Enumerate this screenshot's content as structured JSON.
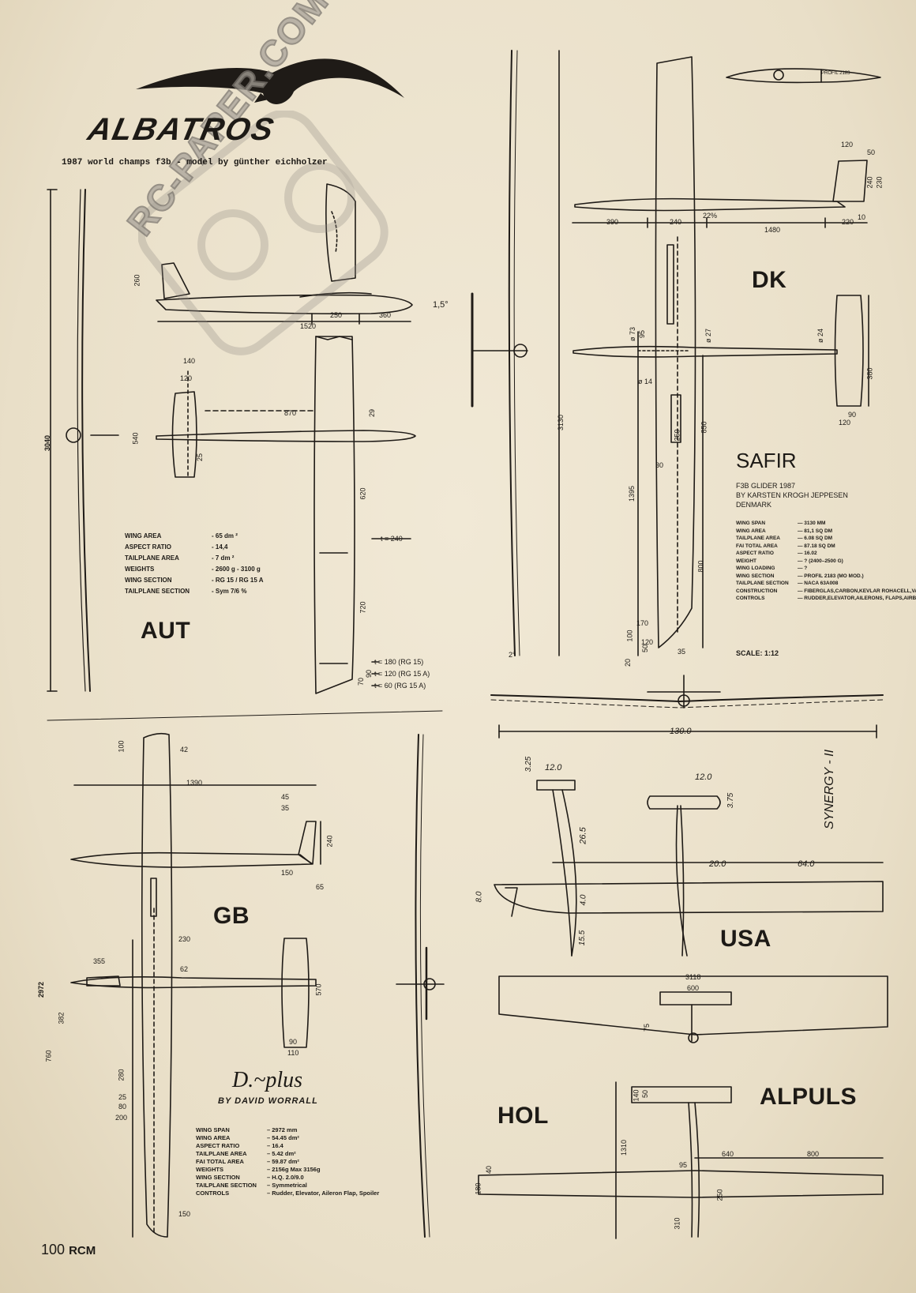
{
  "albatros": {
    "title": "ALBATROS",
    "subtitle": "1987 world champs f3b - model by günther eichholzer",
    "country": "AUT",
    "dims": [
      "260",
      "1,5°",
      "250",
      "360",
      "1520",
      "3040",
      "140",
      "120",
      "870",
      "540",
      "25",
      "29",
      "620",
      "t = 240",
      "720",
      "t = 180  (RG 15)",
      "t = 120  (RG 15 A)",
      "t =  60  (RG 15 A)",
      "70",
      "90"
    ],
    "specs": [
      {
        "k": "WING AREA",
        "v": "- 65 dm ²"
      },
      {
        "k": "ASPECT RATIO",
        "v": "- 14,4"
      },
      {
        "k": "TAILPLANE AREA",
        "v": "- 7 dm ²"
      },
      {
        "k": "WEIGHTS",
        "v": "- 2600 g - 3100 g"
      },
      {
        "k": "WING SECTION",
        "v": "- RG 15 / RG 15 A"
      },
      {
        "k": "TAILPLANE SECTION",
        "v": "- Sym 7/6 %"
      }
    ]
  },
  "safir": {
    "country": "DK",
    "title": "SAFIR",
    "sub1": "F3B GLIDER 1987",
    "sub2": "BY KARSTEN KROGH JEPPESEN",
    "sub3": "DENMARK",
    "scale": "SCALE:  1:12",
    "airfoil_label": "PROFIL 2183",
    "dims": [
      "120",
      "50",
      "240",
      "230",
      "10",
      "22%",
      "390",
      "240",
      "1480",
      "220",
      "3130",
      "ø 73",
      "95",
      "ø 27",
      "ø 24",
      "380",
      "ø 14",
      "250",
      "30",
      "1395",
      "850",
      "800",
      "170",
      "100",
      "120",
      "50",
      "20",
      "35",
      "90",
      "120",
      "2°"
    ],
    "specs": [
      {
        "k": "WING SPAN",
        "v": "— 3130 MM"
      },
      {
        "k": "WING AREA",
        "v": "— 81,1 SQ DM"
      },
      {
        "k": "TAILPLANE AREA",
        "v": "— 6.08 SQ DM"
      },
      {
        "k": "FAI TOTAL AREA",
        "v": "— 87.18 SQ DM"
      },
      {
        "k": "ASPECT RATIO",
        "v": "— 16.02"
      },
      {
        "k": "WEIGHT",
        "v": "— ? (2400–2500 G)"
      },
      {
        "k": "WING LOADING",
        "v": "— ?"
      },
      {
        "k": "WING SECTION",
        "v": "— PROFIL 2183 (MO MOD.)"
      },
      {
        "k": "TAILPLANE SECTION",
        "v": "— NACA 63A008"
      },
      {
        "k": "CONSTRUCTION",
        "v": "— FIBERGLAS,CARBON,KEVLAR ROHACELL,VACUUM-MOULDED IN NEGATIVE FORMS"
      },
      {
        "k": "CONTROLS",
        "v": "— RUDDER,ELEVATOR,AILERONS, FLAPS,AIRBRAKES"
      }
    ]
  },
  "dplus": {
    "country": "GB",
    "title": "D.~plus",
    "byline": "BY DAVID WORRALL",
    "dims": [
      "100",
      "42",
      "1390",
      "45",
      "35",
      "240",
      "150",
      "65",
      "230",
      "355",
      "62",
      "570",
      "2972",
      "382",
      "760",
      "280",
      "25",
      "80",
      "200",
      "90",
      "110",
      "150"
    ],
    "specs": [
      {
        "k": "WING SPAN",
        "v": "– 2972 mm"
      },
      {
        "k": "WING AREA",
        "v": "– 54.45 dm²"
      },
      {
        "k": "ASPECT RATIO",
        "v": "– 16.4"
      },
      {
        "k": "TAILPLANE AREA",
        "v": "– 5.42 dm²"
      },
      {
        "k": "FAI TOTAL AREA",
        "v": "– 59.87 dm²"
      },
      {
        "k": "WEIGHTS",
        "v": "– 2156g   Max 3156g"
      },
      {
        "k": "WING SECTION",
        "v": "– H.Q. 2.0/9.0"
      },
      {
        "k": "TAILPLANE SECTION",
        "v": "– Symmetrical"
      },
      {
        "k": "CONTROLS",
        "v": "– Rudder, Elevator, Aileron Flap, Spoiler"
      }
    ]
  },
  "synergy": {
    "country": "USA",
    "title": "SYNERGY - II",
    "dims": [
      "130.0",
      "12.0",
      "3.25",
      "12.0",
      "3.75",
      "26.5",
      "20.0",
      "64.0",
      "8.0",
      "15.5",
      "4.0"
    ]
  },
  "alpuls": {
    "country": "HOL",
    "title": "ALPULS",
    "dims": [
      "3118",
      "600",
      "75",
      "140",
      "50",
      "1310",
      "640",
      "800",
      "95",
      "250",
      "180",
      "40",
      "310"
    ]
  },
  "footer": {
    "page": "100",
    "mag": "RCM"
  },
  "watermark": "RC-PAPER.COM"
}
